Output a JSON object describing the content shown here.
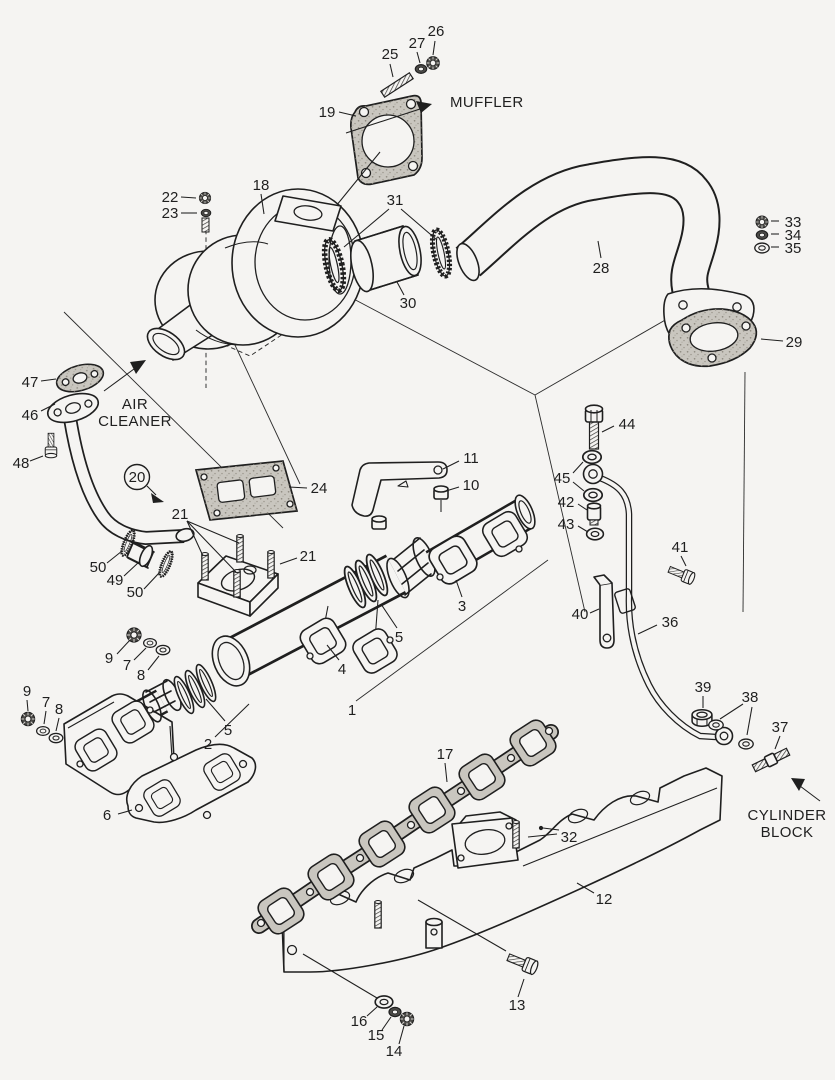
{
  "diagram": {
    "annotations": {
      "muffler": "MUFFLER",
      "air_cleaner_1": "AIR",
      "air_cleaner_2": "CLEANER",
      "cylinder_block_1": "CYLINDER",
      "cylinder_block_2": "BLOCK"
    },
    "callouts": {
      "n1": "1",
      "n2": "2",
      "n3": "3",
      "n4": "4",
      "n5a": "5",
      "n5b": "5",
      "n6": "6",
      "n7a": "7",
      "n7b": "7",
      "n8a": "8",
      "n8b": "8",
      "n9a": "9",
      "n9b": "9",
      "n10": "10",
      "n11": "11",
      "n12": "12",
      "n13": "13",
      "n14": "14",
      "n15": "15",
      "n16": "16",
      "n17": "17",
      "n18": "18",
      "n19": "19",
      "n20": "20",
      "n21a": "21",
      "n21b": "21",
      "n22": "22",
      "n23": "23",
      "n24": "24",
      "n25": "25",
      "n26": "26",
      "n27": "27",
      "n28": "28",
      "n29": "29",
      "n30": "30",
      "n31": "31",
      "n32": "32",
      "n33": "33",
      "n34": "34",
      "n35": "35",
      "n36": "36",
      "n37": "37",
      "n38": "38",
      "n39": "39",
      "n40": "40",
      "n41": "41",
      "n42": "42",
      "n43": "43",
      "n44": "44",
      "n45": "45",
      "n46": "46",
      "n47": "47",
      "n48": "48",
      "n49": "49",
      "n50a": "50",
      "n50b": "50"
    }
  },
  "colors": {
    "background": "#f5f4f2",
    "line": "#1f1f1f",
    "gasket": "#c9c6bf",
    "dark_hardware": "#4b4a47"
  }
}
